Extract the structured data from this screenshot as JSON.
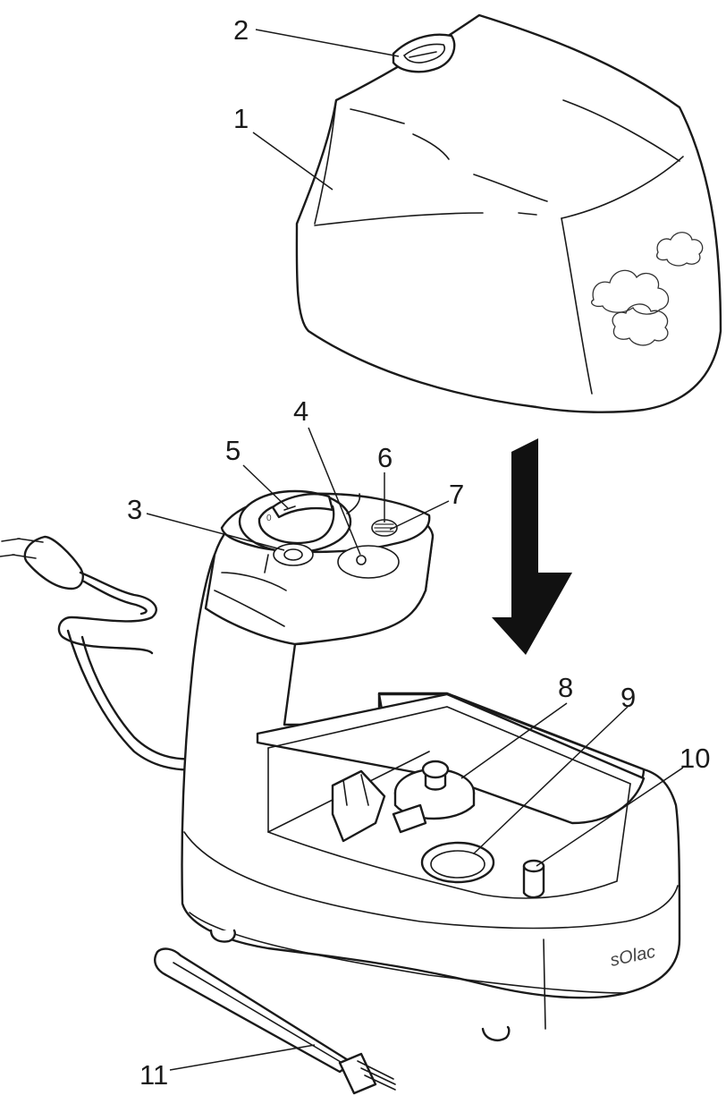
{
  "figure": {
    "brand_logo": "sOlac",
    "callouts": [
      {
        "id": "1",
        "label": "1"
      },
      {
        "id": "2",
        "label": "2"
      },
      {
        "id": "3",
        "label": "3"
      },
      {
        "id": "4",
        "label": "4"
      },
      {
        "id": "5",
        "label": "5"
      },
      {
        "id": "6",
        "label": "6"
      },
      {
        "id": "7",
        "label": "7"
      },
      {
        "id": "8",
        "label": "8"
      },
      {
        "id": "9",
        "label": "9"
      },
      {
        "id": "10",
        "label": "10"
      },
      {
        "id": "11",
        "label": "11"
      }
    ],
    "colors": {
      "line": "#1a1a1a",
      "background": "#ffffff",
      "arrow": "#111111"
    }
  }
}
